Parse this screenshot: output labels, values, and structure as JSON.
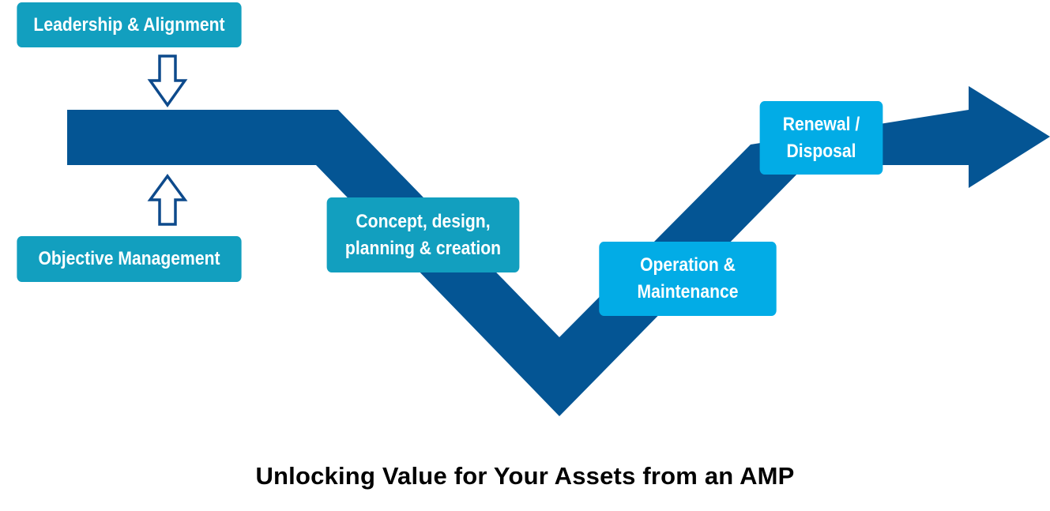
{
  "colors": {
    "path": "#045594",
    "box_teal": "#129fbf",
    "box_cyan": "#02ace6",
    "arrow_outline": "#0d4a8c",
    "caption": "#000000"
  },
  "boxes": {
    "leadership": "Leadership & Alignment",
    "objective": "Objective Management",
    "concept": "Concept, design,\nplanning & creation",
    "operation": "Operation &\nMaintenance",
    "renewal": "Renewal /\nDisposal"
  },
  "caption": "Unlocking Value for Your Assets from an AMP"
}
